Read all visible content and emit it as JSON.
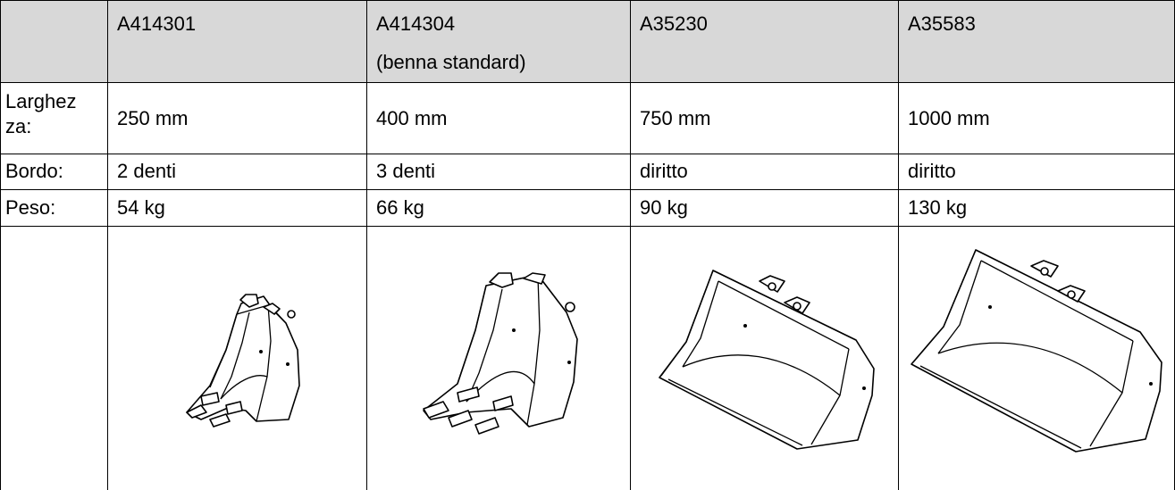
{
  "table": {
    "header": [
      {
        "code": "A414301",
        "note": ""
      },
      {
        "code": "A414304",
        "note": "(benna standard)"
      },
      {
        "code": "A35230",
        "note": ""
      },
      {
        "code": "A35583",
        "note": ""
      }
    ],
    "rows": [
      {
        "label_lines": [
          "Larghez",
          "za:"
        ],
        "values": [
          "250 mm",
          "400 mm",
          "750 mm",
          "1000 mm"
        ]
      },
      {
        "label_lines": [
          "Bordo:"
        ],
        "values": [
          "2 denti",
          "3 denti",
          "diritto",
          "diritto"
        ]
      },
      {
        "label_lines": [
          "Peso:"
        ],
        "values": [
          "54 kg",
          "66 kg",
          "90 kg",
          "130 kg"
        ]
      }
    ],
    "images": [
      {
        "icon": "bucket-two-teeth-250mm-icon"
      },
      {
        "icon": "bucket-three-teeth-400mm-icon"
      },
      {
        "icon": "bucket-straight-edge-750mm-icon"
      },
      {
        "icon": "bucket-straight-edge-1000mm-icon"
      }
    ],
    "colors": {
      "header_background": "#d8d8d8",
      "grid_lines": "#000000"
    }
  }
}
